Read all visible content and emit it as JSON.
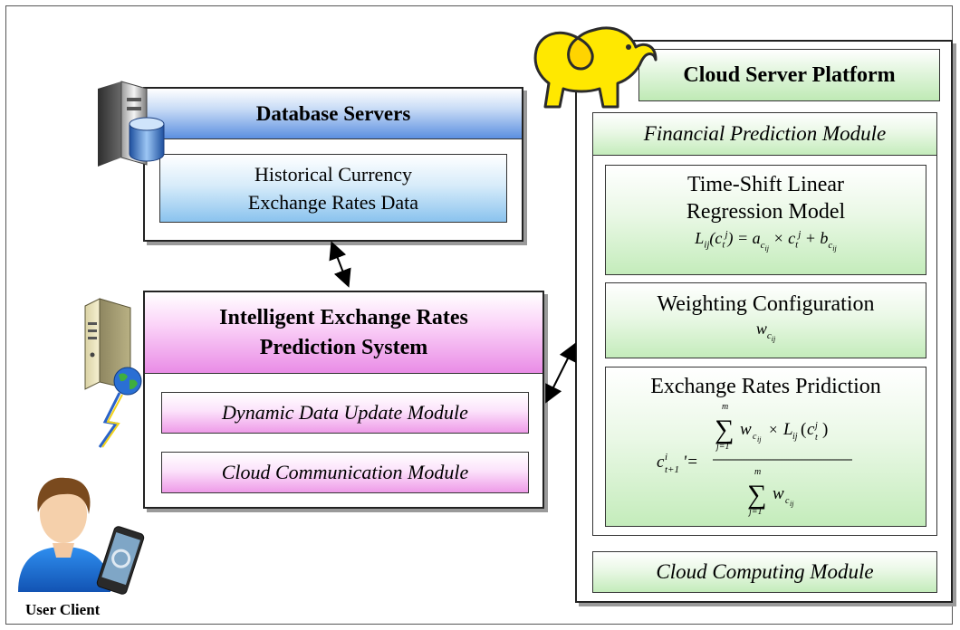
{
  "database": {
    "title": "Database Servers",
    "data_box": [
      "Historical Currency",
      "Exchange Rates Data"
    ]
  },
  "system": {
    "title": [
      "Intelligent Exchange Rates",
      "Prediction System"
    ],
    "modules": [
      "Dynamic Data Update Module",
      "Cloud Communication Module"
    ]
  },
  "cloud": {
    "title": "Cloud Server Platform",
    "financial_module": "Financial Prediction Module",
    "regression": {
      "title": [
        "Time-Shift Linear",
        "Regression Model"
      ]
    },
    "weighting": {
      "title": "Weighting Configuration"
    },
    "prediction": {
      "title": "Exchange Rates Pridiction"
    },
    "computing_module": "Cloud Computing Module"
  },
  "user": {
    "label": "User Client"
  },
  "colors": {
    "database_accent": "#5b8fe0",
    "system_accent": "#e98ce6",
    "cloud_accent": "#bfeab5",
    "elephant": "#ffe800"
  },
  "icons": [
    "server-icon",
    "database-icon",
    "globe-icon",
    "lightning-icon",
    "elephant-icon",
    "person-icon",
    "phone-icon"
  ]
}
